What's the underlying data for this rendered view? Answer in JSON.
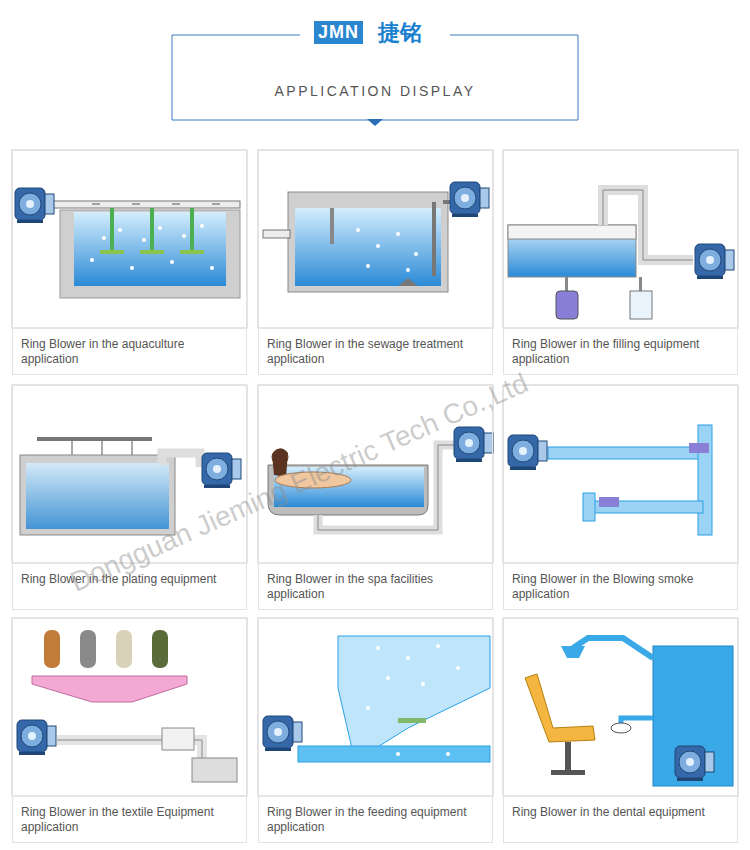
{
  "diagram": {
    "title": "APPLICATION DISPLAY",
    "nodes": [
      {
        "text": [
          "Ring Blower in the aquaculture application"
        ]
      },
      {
        "text": [
          "Ring Blower in the sewage treatment application"
        ]
      },
      {
        "text": [
          "Ring Blower in the filling equipment application"
        ]
      },
      {
        "text": [
          "Ring Blower in the plating equipment"
        ]
      },
      {
        "text": [
          "Ring Blower in the spa facilities application"
        ]
      },
      {
        "text": [
          "Ring Blower in the Blowing smoke application"
        ]
      },
      {
        "text": [
          "Ring Blower in the textile Equipment application"
        ]
      },
      {
        "text": [
          "Ring Blower in the feeding equipment application"
        ]
      },
      {
        "text": [
          "Ring Blower in the dental equipment"
        ]
      }
    ],
    "labels": [
      "JMN",
      "捷铭",
      "Dongguan Jieming Electric Tech Co.,Ltd"
    ]
  }
}
